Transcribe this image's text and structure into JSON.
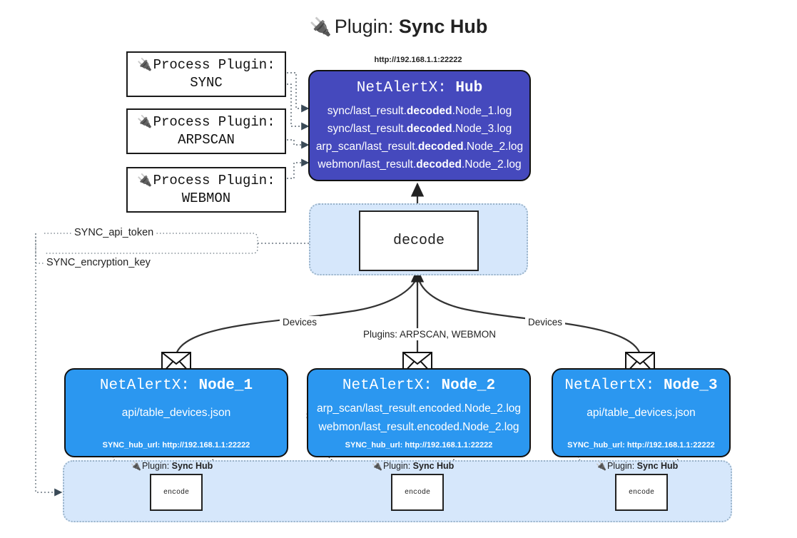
{
  "title": {
    "plug_icon": "plug-icon",
    "prefix": "Plugin: ",
    "name": "Sync Hub"
  },
  "process_plugins": [
    {
      "line1": "Process Plugin:",
      "line2": "SYNC",
      "icon": "plug-icon"
    },
    {
      "line1": "Process Plugin:",
      "line2": "ARPSCAN",
      "icon": "plug-icon"
    },
    {
      "line1": "Process Plugin:",
      "line2": "WEBMON",
      "icon": "plug-icon"
    }
  ],
  "hub": {
    "url": "http://192.168.1.1:22222",
    "title_prefix": "NetAlertX: ",
    "title_name": "Hub",
    "logs": [
      {
        "pre": "sync/last_result.",
        "mid": "decoded",
        "post": ".Node_1.log"
      },
      {
        "pre": "sync/last_result.",
        "mid": "decoded",
        "post": ".Node_3.log"
      },
      {
        "pre": "arp_scan/last_result.",
        "mid": "decoded",
        "post": ".Node_2.log"
      },
      {
        "pre": "webmon/last_result.",
        "mid": "decoded",
        "post": ".Node_2.log"
      }
    ]
  },
  "decode": {
    "label": "decode"
  },
  "tokens": {
    "api_token": "SYNC_api_token",
    "encryption_key": "SYNC_encryption_key"
  },
  "edge_labels": {
    "devices_left": "Devices",
    "devices_right": "Devices",
    "plugins_center": "Plugins: ARPSCAN, WEBMON"
  },
  "nodes": [
    {
      "title_prefix": "NetAlertX: ",
      "title_name": "Node_1",
      "lines": [
        "api/table_devices.json"
      ],
      "footer": "SYNC_hub_url: http://192.168.1.1:22222",
      "envelope_icon": "envelope-icon"
    },
    {
      "title_prefix": "NetAlertX: ",
      "title_name": "Node_2",
      "lines": [
        "arp_scan/last_result.encoded.Node_2.log",
        "webmon/last_result.encoded.Node_2.log"
      ],
      "footer": "SYNC_hub_url: http://192.168.1.1:22222",
      "envelope_icon": "envelope-icon"
    },
    {
      "title_prefix": "NetAlertX: ",
      "title_name": "Node_3",
      "lines": [
        "api/table_devices.json"
      ],
      "footer": "SYNC_hub_url: http://192.168.1.1:22222",
      "envelope_icon": "envelope-icon"
    }
  ],
  "encoders": [
    {
      "plugin_prefix": "Plugin: ",
      "plugin_name": "Sync Hub",
      "label": "encode",
      "icon": "plug-icon"
    },
    {
      "plugin_prefix": "Plugin: ",
      "plugin_name": "Sync Hub",
      "label": "encode",
      "icon": "plug-icon"
    },
    {
      "plugin_prefix": "Plugin: ",
      "plugin_name": "Sync Hub",
      "label": "encode",
      "icon": "plug-icon"
    }
  ],
  "colors": {
    "hub": "#4549bd",
    "node": "#2b97f0",
    "container": "#d6e7fb",
    "stroke": "#1a1a1a"
  }
}
